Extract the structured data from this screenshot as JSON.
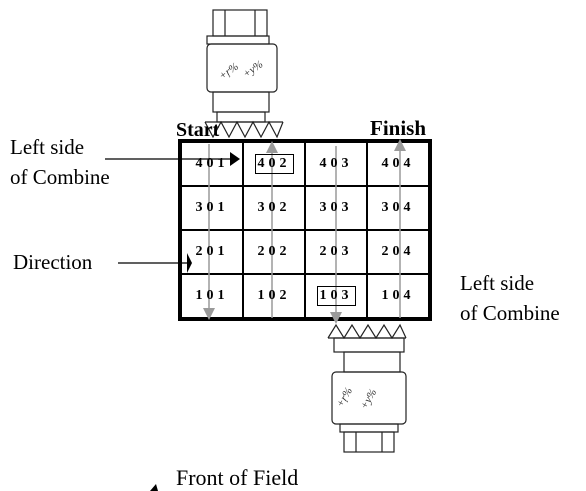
{
  "labels": {
    "start": "Start",
    "finish": "Finish",
    "left_side_top_line1": "Left side",
    "left_side_top_line2": "of Combine",
    "direction": "Direction",
    "left_side_right_line1": "Left side",
    "left_side_right_line2": "of Combine",
    "front_of_field": "Front of Field"
  },
  "plots": [
    [
      {
        "id": "401",
        "boxed": false
      },
      {
        "id": "402",
        "boxed": true
      },
      {
        "id": "403",
        "boxed": false
      },
      {
        "id": "404",
        "boxed": false
      }
    ],
    [
      {
        "id": "301",
        "boxed": false
      },
      {
        "id": "302",
        "boxed": false
      },
      {
        "id": "303",
        "boxed": false
      },
      {
        "id": "304",
        "boxed": false
      }
    ],
    [
      {
        "id": "201",
        "boxed": false
      },
      {
        "id": "202",
        "boxed": false
      },
      {
        "id": "203",
        "boxed": false
      },
      {
        "id": "204",
        "boxed": false
      }
    ],
    [
      {
        "id": "101",
        "boxed": false
      },
      {
        "id": "102",
        "boxed": false
      },
      {
        "id": "103",
        "boxed": true
      },
      {
        "id": "104",
        "boxed": false
      }
    ]
  ],
  "path_color": "#9a9a9a"
}
